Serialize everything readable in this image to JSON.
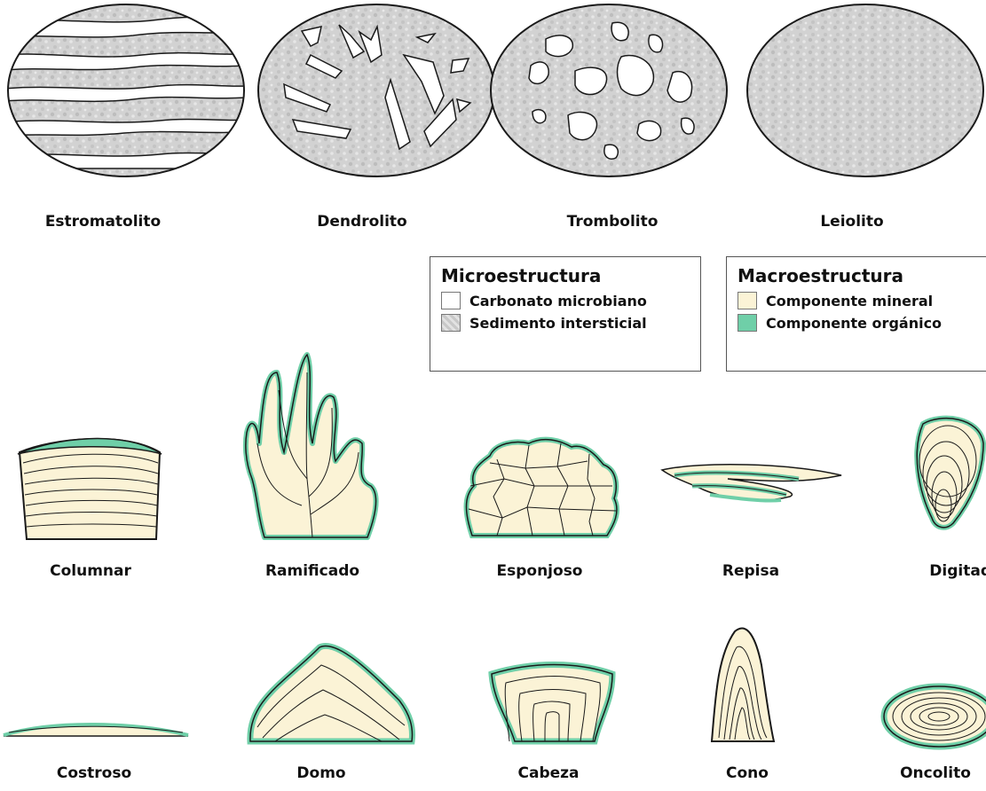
{
  "rock_types": [
    "Estromatolito",
    "Dendrolito",
    "Trombolito",
    "Leiolito"
  ],
  "legend_micro": {
    "title": "Microestructura",
    "items": [
      "Carbonato microbiano",
      "Sedimento intersticial"
    ]
  },
  "legend_macro": {
    "title": "Macroestructura",
    "items": [
      "Componente mineral",
      "Componente orgánico"
    ]
  },
  "shapes_row1": [
    "Columnar",
    "Ramificado",
    "Esponjoso",
    "Repisa",
    "Digitado"
  ],
  "shapes_row2": [
    "Costroso",
    "Domo",
    "Cabeza",
    "Cono",
    "Oncolito"
  ],
  "colors": {
    "mineral": "#fbf3d6",
    "organic": "#6fcfa8",
    "sediment": "#d4d4d4",
    "outline": "#1a1a1a"
  }
}
